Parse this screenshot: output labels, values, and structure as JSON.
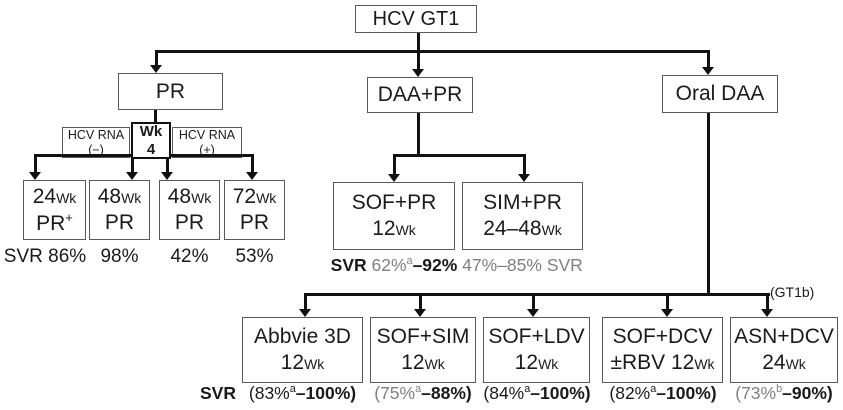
{
  "root_label": "HCV GT1",
  "level1": {
    "pr_label": "PR",
    "daa_pr_label": "DAA+PR",
    "oral_daa_label": "Oral DAA"
  },
  "week4_decision": {
    "rna_negative": {
      "line1": "HCV RNA",
      "line2": "(−)"
    },
    "week": {
      "line1": "Wk",
      "line2": "4"
    },
    "rna_positive": {
      "line1": "HCV RNA",
      "line2": "(+)"
    }
  },
  "pr_arms": [
    {
      "weeks": "24",
      "wk": "Wk",
      "regimen": "PR",
      "regimen_sup": "+",
      "svr_label": "SVR ",
      "svr": "86%"
    },
    {
      "weeks": "48",
      "wk": "Wk",
      "regimen": "PR",
      "svr": "98%"
    },
    {
      "weeks": "48",
      "wk": "Wk",
      "regimen": "PR",
      "svr": "42%"
    },
    {
      "weeks": "72",
      "wk": "Wk",
      "regimen": "PR",
      "svr": "53%"
    }
  ],
  "daa_pr_arms": [
    {
      "regimen": "SOF+PR",
      "weeks": "12",
      "wk": "Wk",
      "svr_label_bold": "SVR ",
      "svr_low": "62%",
      "svr_sup": "a",
      "svr_high_bold": "–92%"
    },
    {
      "regimen": "SIM+PR",
      "weeks": "24–48",
      "wk": "Wk",
      "svr_text": "47%–85% SVR"
    }
  ],
  "oral_daa_arms": {
    "gt1b_note": "(GT1b)",
    "svr_row_label": "SVR",
    "arms": [
      {
        "regimen": "Abbvie 3D",
        "weeks": "12",
        "wk": "Wk",
        "svr_low": "(83%",
        "svr_sup": "a",
        "svr_high_bold": "–100%)"
      },
      {
        "regimen": "SOF+SIM",
        "weeks": "12",
        "wk": "Wk",
        "svr_low": "(75%",
        "svr_sup": "a",
        "svr_high_bold": "–88%)"
      },
      {
        "regimen": "SOF+LDV",
        "weeks": "12",
        "wk": "Wk",
        "svr_low": "(84%",
        "svr_sup": "a",
        "svr_high_bold": "–100%)"
      },
      {
        "regimen": "SOF+DCV",
        "line2_prefix": "±RBV ",
        "weeks": "12",
        "wk": "Wk",
        "svr_low": "(82%",
        "svr_sup": "a",
        "svr_high_bold": "–100%)"
      },
      {
        "regimen": "ASN+DCV",
        "weeks": "24",
        "wk": "Wk",
        "svr_low": "(73%",
        "svr_sup": "b",
        "svr_high_bold": "–90%)"
      }
    ]
  },
  "colors": {
    "line": "#111111",
    "box_border": "#595959",
    "muted_text": "#7f7f7f",
    "text": "#1a1a1a"
  }
}
